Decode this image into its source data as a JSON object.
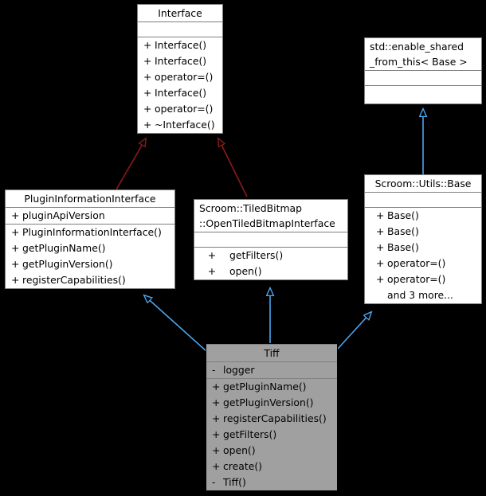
{
  "diagram": {
    "kind": "uml-class-inheritance-diagram",
    "background": "#000000",
    "colors": {
      "inheritance_red": "#8b1a1a",
      "inheritance_blue": "#4ba6f0",
      "node_fill": "#ffffff",
      "node_fill_highlight": "#a0a0a0",
      "node_border": "#7f7f7f",
      "text": "#000000"
    },
    "nodes": [
      {
        "id": "interface",
        "title": "Interface",
        "attributes": [],
        "methods": [
          {
            "visibility": "+",
            "name": "Interface()"
          },
          {
            "visibility": "+",
            "name": "Interface()"
          },
          {
            "visibility": "+",
            "name": "operator=()"
          },
          {
            "visibility": "+",
            "name": "Interface()"
          },
          {
            "visibility": "+",
            "name": "operator=()"
          },
          {
            "visibility": "+",
            "name": "~Interface()"
          }
        ]
      },
      {
        "id": "enable-shared-from-this",
        "title": "std::enable_shared\n_from_this< Base >",
        "attributes": [],
        "methods": []
      },
      {
        "id": "plugin-information-interface",
        "title": "PluginInformationInterface",
        "attributes": [
          {
            "visibility": "+",
            "name": "pluginApiVersion"
          }
        ],
        "methods": [
          {
            "visibility": "+",
            "name": "PluginInformationInterface()"
          },
          {
            "visibility": "+",
            "name": "getPluginName()"
          },
          {
            "visibility": "+",
            "name": "getPluginVersion()"
          },
          {
            "visibility": "+",
            "name": "registerCapabilities()"
          }
        ]
      },
      {
        "id": "open-tiled-bitmap-interface",
        "title": "Scroom::TiledBitmap\n::OpenTiledBitmapInterface",
        "attributes": [],
        "methods": [
          {
            "visibility": "+",
            "name": "getFilters()"
          },
          {
            "visibility": "+",
            "name": "open()"
          }
        ]
      },
      {
        "id": "scroom-utils-base",
        "title": "Scroom::Utils::Base",
        "attributes": [],
        "methods": [
          {
            "visibility": "+",
            "name": "Base()"
          },
          {
            "visibility": "+",
            "name": "Base()"
          },
          {
            "visibility": "+",
            "name": "Base()"
          },
          {
            "visibility": "+",
            "name": "operator=()"
          },
          {
            "visibility": "+",
            "name": "operator=()"
          },
          {
            "visibility": "",
            "name": "and 3 more..."
          }
        ]
      },
      {
        "id": "tiff",
        "title": "Tiff",
        "highlighted": true,
        "attributes": [
          {
            "visibility": "-",
            "name": "logger"
          }
        ],
        "methods": [
          {
            "visibility": "+",
            "name": "getPluginName()"
          },
          {
            "visibility": "+",
            "name": "getPluginVersion()"
          },
          {
            "visibility": "+",
            "name": "registerCapabilities()"
          },
          {
            "visibility": "+",
            "name": "getFilters()"
          },
          {
            "visibility": "+",
            "name": "open()"
          },
          {
            "visibility": "+",
            "name": "create()"
          },
          {
            "visibility": "-",
            "name": "Tiff()"
          }
        ]
      }
    ],
    "edges": [
      {
        "from": "plugin-information-interface",
        "to": "interface",
        "style": "inheritance",
        "color": "red"
      },
      {
        "from": "open-tiled-bitmap-interface",
        "to": "interface",
        "style": "inheritance",
        "color": "red"
      },
      {
        "from": "scroom-utils-base",
        "to": "enable-shared-from-this",
        "style": "inheritance",
        "color": "blue"
      },
      {
        "from": "tiff",
        "to": "plugin-information-interface",
        "style": "inheritance",
        "color": "blue"
      },
      {
        "from": "tiff",
        "to": "open-tiled-bitmap-interface",
        "style": "inheritance",
        "color": "blue"
      },
      {
        "from": "tiff",
        "to": "scroom-utils-base",
        "style": "inheritance",
        "color": "blue"
      }
    ]
  }
}
